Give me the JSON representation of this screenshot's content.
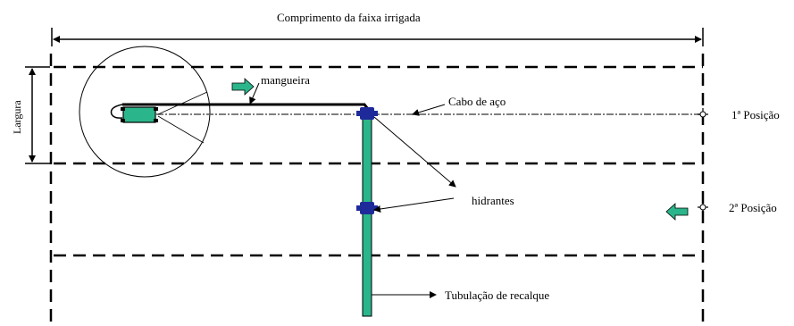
{
  "labels": {
    "comprimento": "Comprimento da faixa irrigada",
    "largura": "Largura",
    "mangueira": "mangueira",
    "cabo": "Cabo de aço",
    "hidrantes": "hidrantes",
    "tubulacao": "Tubulação de recalque",
    "posicao1": "1ª Posição",
    "posicao2": "2ª Posição"
  },
  "colors": {
    "pipe": "#2bb58a",
    "hydrant": "#1f2a9a",
    "lines": "#000000"
  }
}
